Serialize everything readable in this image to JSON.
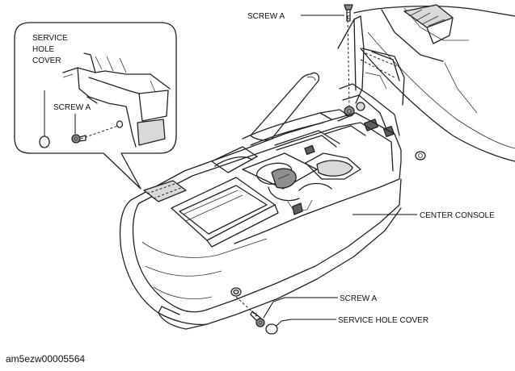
{
  "labels": {
    "screw_a_top": "SCREW A",
    "inset_service_hole_cover": [
      "SERVICE",
      "HOLE",
      "COVER"
    ],
    "inset_screw_a": "SCREW A",
    "center_console": "CENTER CONSOLE",
    "screw_a_bottom": "SCREW A",
    "service_hole_cover_bottom": "SERVICE HOLE COVER"
  },
  "figure_code": "am5ezw00005564"
}
